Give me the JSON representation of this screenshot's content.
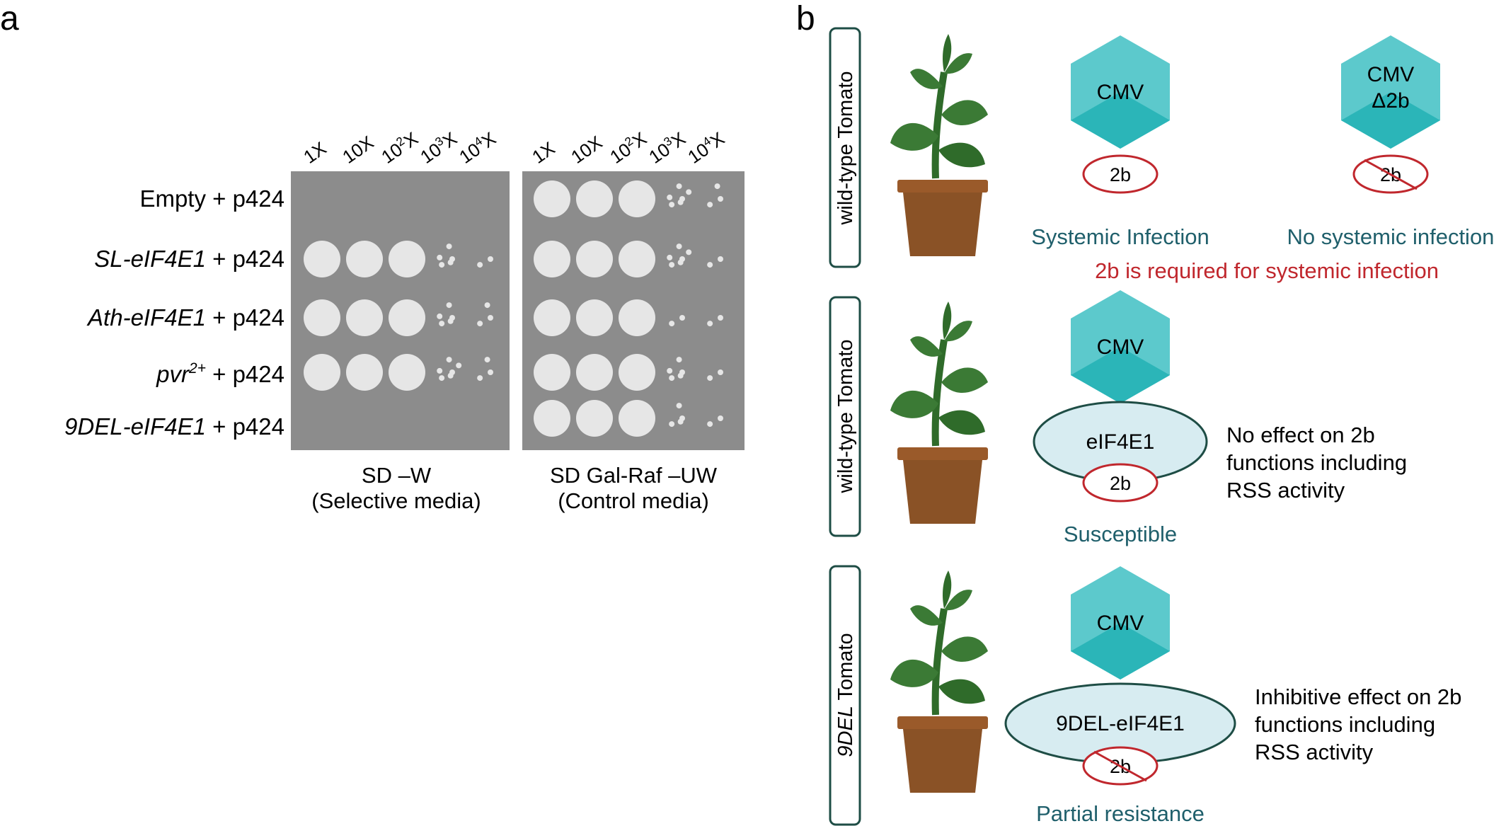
{
  "panel_a": {
    "letter": "a",
    "dilutions_left": [
      "1X",
      "10X",
      "10",
      "2",
      "X",
      "10",
      "3",
      "X",
      "10",
      "4",
      "X"
    ],
    "dilution_labels": [
      {
        "base": "1X",
        "sup": "",
        "tail": ""
      },
      {
        "base": "10X",
        "sup": "",
        "tail": ""
      },
      {
        "base": "10",
        "sup": "2",
        "tail": "X"
      },
      {
        "base": "10",
        "sup": "3",
        "tail": "X"
      },
      {
        "base": "10",
        "sup": "4",
        "tail": "X"
      }
    ],
    "rows": [
      {
        "italic": "",
        "sup": "",
        "rest": "Empty + p424"
      },
      {
        "italic": "SL-eIF4E1",
        "sup": "",
        "rest": " + p424"
      },
      {
        "italic": "Ath-eIF4E1",
        "sup": "",
        "rest": " + p424"
      },
      {
        "italic": "pvr",
        "sup": "2+",
        "rest": " + p424"
      },
      {
        "italic": "9DEL-eIF4E1",
        "sup": "",
        "rest": " + p424"
      }
    ],
    "plate_left": {
      "line1": "SD –W",
      "line2": "(Selective media)"
    },
    "plate_right": {
      "line1": "SD Gal-Raf –UW",
      "line2": "(Control media)"
    },
    "growth_left": [
      [
        0,
        0,
        0,
        0,
        0
      ],
      [
        1,
        1,
        1,
        0.5,
        0.2
      ],
      [
        1,
        1,
        1,
        0.5,
        0.3
      ],
      [
        1,
        1,
        1,
        0.6,
        0.25
      ],
      [
        0,
        0,
        0,
        0,
        0
      ]
    ],
    "growth_right": [
      [
        1,
        1,
        1,
        0.6,
        0.3
      ],
      [
        1,
        1,
        1,
        0.6,
        0.2
      ],
      [
        1,
        1,
        1,
        0.2,
        0.2
      ],
      [
        1,
        1,
        1,
        0.5,
        0.1
      ],
      [
        1,
        1,
        1,
        0.4,
        0.2
      ]
    ]
  },
  "panel_b": {
    "letter": "b",
    "row1": {
      "side_label": "wild-type Tomato",
      "virus_left": "CMV",
      "virus_right_line1": "CMV",
      "virus_right_line2": "Δ2b",
      "protein_left": "2b",
      "protein_right": "2b",
      "caption_left": "Systemic Infection",
      "caption_right": "No systemic infection",
      "note": "2b is required for systemic infection"
    },
    "row2": {
      "side_label": "wild-type Tomato",
      "virus": "CMV",
      "host_protein": "eIF4E1",
      "protein": "2b",
      "caption": "Susceptible",
      "effect": [
        "No effect on 2b",
        "functions including",
        "RSS activity"
      ]
    },
    "row3": {
      "side_label_italic": "9DEL",
      "side_label_rest": " Tomato",
      "virus": "CMV",
      "host_protein": "9DEL-eIF4E1",
      "protein": "2b",
      "caption": "Partial resistance",
      "effect": [
        "Inhibitive effect on 2b",
        "functions including",
        "RSS activity"
      ]
    }
  },
  "colors": {
    "plate": "#8c8c8c",
    "colony": "#e6e6e6",
    "hex_light": "#5cc9cc",
    "hex_dark": "#2bb5b8",
    "caption_teal": "#1f5f6b",
    "note_red": "#c0272d",
    "ellipse_fill": "#d7ecf1",
    "ellipse_stroke": "#1e4d45",
    "pot": "#8a5226",
    "pot_rim": "#9a5a2a",
    "stem": "#2f6b2a",
    "leaf": "#3b7a35"
  }
}
